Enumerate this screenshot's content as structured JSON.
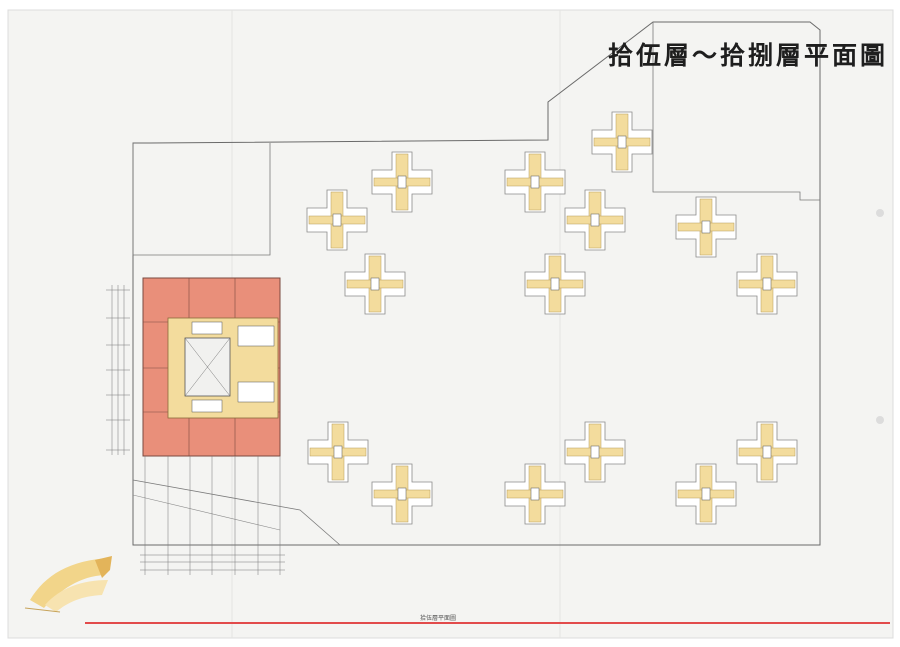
{
  "document": {
    "title": "拾伍層～拾捌層平面圖",
    "caption": "拾伍層平面圖"
  },
  "colors": {
    "paper": "#f4f4f2",
    "ink": "#6a6a6a",
    "commercial_block": "#e98f7a",
    "core": "#f3dc9d",
    "red_rule": "#e24b4b"
  },
  "icons": {
    "logo": "taiwan-map-book-logo",
    "hole_punch": "binder-hole-icon"
  }
}
